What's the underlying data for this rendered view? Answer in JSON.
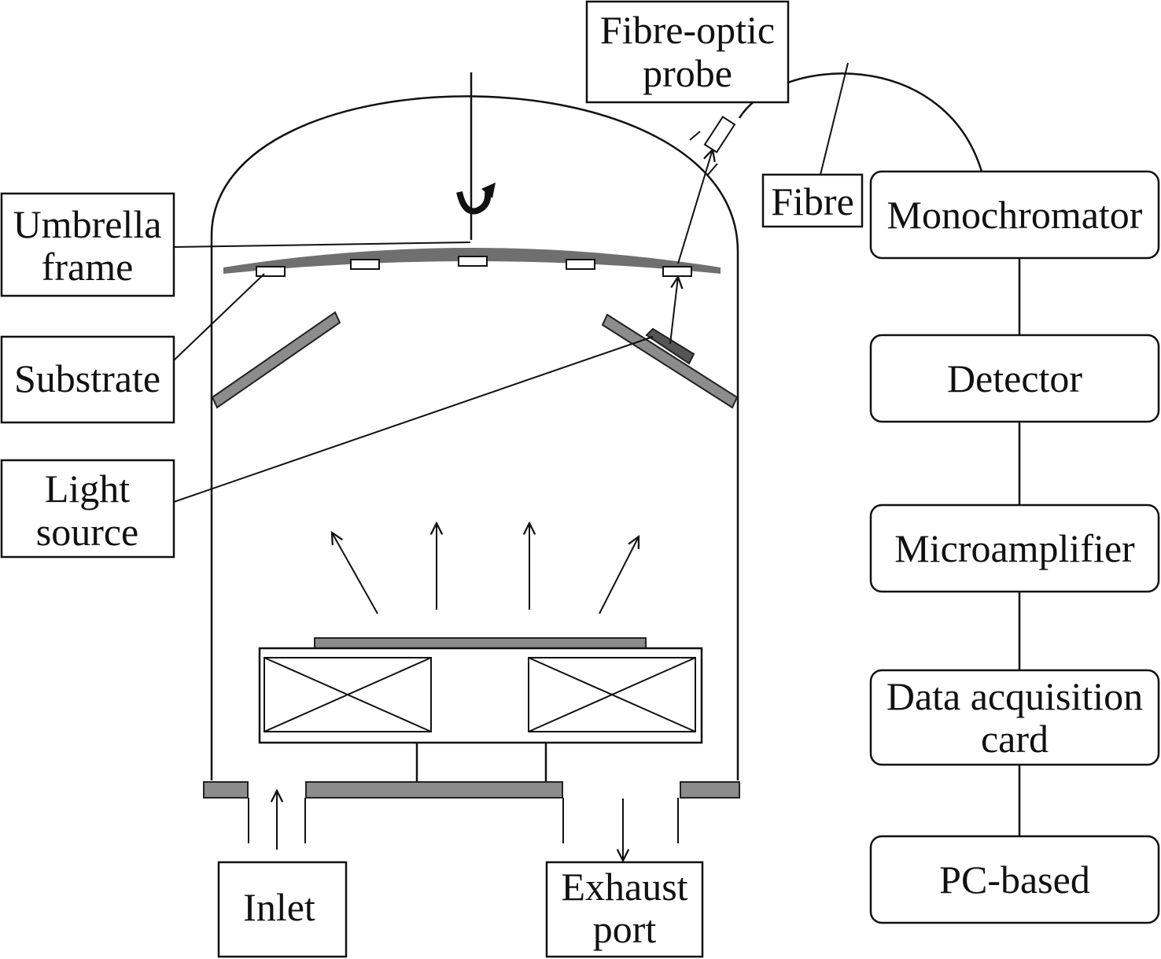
{
  "labels": {
    "fibre_optic_probe": [
      "Fibre-optic",
      "probe"
    ],
    "fibre": "Fibre",
    "umbrella_frame": [
      "Umbrella",
      "frame"
    ],
    "substrate": "Substrate",
    "light_source": [
      "Light",
      "source"
    ],
    "inlet": "Inlet",
    "exhaust_port": [
      "Exhaust",
      "port"
    ]
  },
  "flow_chain": [
    [
      "Monochromator"
    ],
    [
      "Detector"
    ],
    [
      "Microamplifier"
    ],
    [
      "Data acquisition",
      "card"
    ],
    [
      "PC-based"
    ]
  ],
  "colors": {
    "line": "#111111",
    "component_fill": "#8c8c8c",
    "frame_fill": "#6f6f6f",
    "background": "#ffffff"
  }
}
